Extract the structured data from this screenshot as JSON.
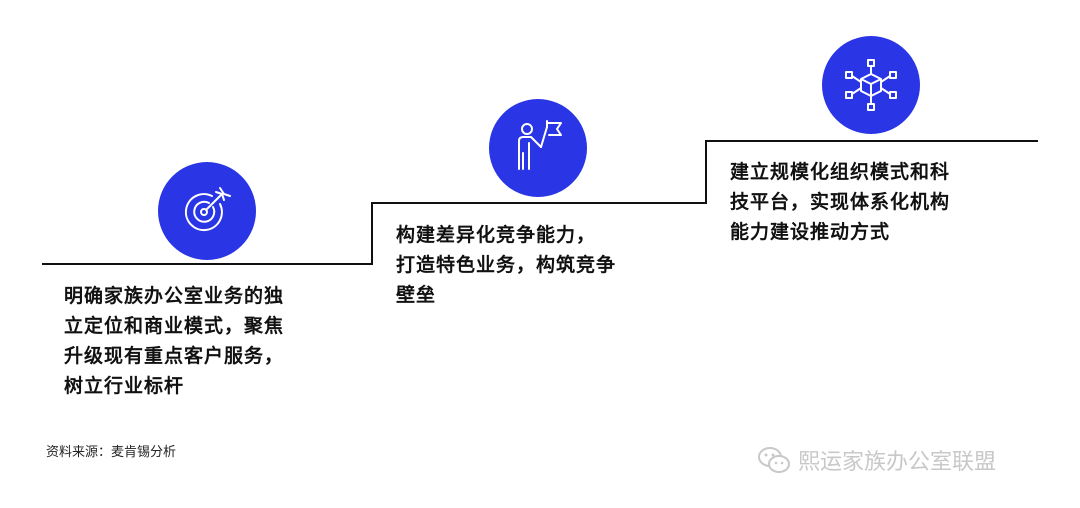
{
  "steps": [
    {
      "text": "明确家族办公室业务的独\n立定位和商业模式，聚焦\n升级现有重点客户服务，\n树立行业标杆",
      "icon": "target-icon"
    },
    {
      "text": "构建差异化竞争能力，\n打造特色业务，构筑竞争\n壁垒",
      "icon": "person-flag-icon"
    },
    {
      "text": "建立规模化组织模式和科\n技平台，实现体系化机构\n能力建设推动方式",
      "icon": "network-cube-icon"
    }
  ],
  "source": "资料来源：麦肯锡分析",
  "watermark": {
    "text": "熙运家族办公室联盟",
    "icon": "wechat-icon"
  },
  "colors": {
    "accent": "#2a35e6",
    "line": "#111111"
  }
}
